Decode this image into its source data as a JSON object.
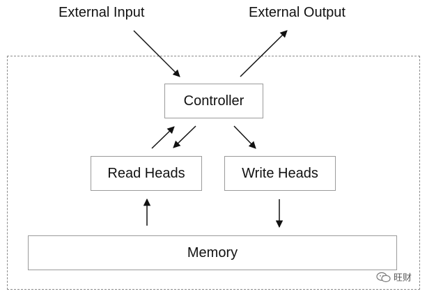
{
  "diagram": {
    "external_input": "External Input",
    "external_output": "External Output",
    "nodes": {
      "controller": "Controller",
      "read_heads": "Read Heads",
      "write_heads": "Write Heads",
      "memory": "Memory"
    },
    "watermark": {
      "icon": "wechat-icon",
      "text": "旺财"
    }
  },
  "colors": {
    "node_border": "#9a9a9a",
    "boundary_border": "#8a8a8a",
    "arrow": "#111111",
    "text": "#111111"
  }
}
